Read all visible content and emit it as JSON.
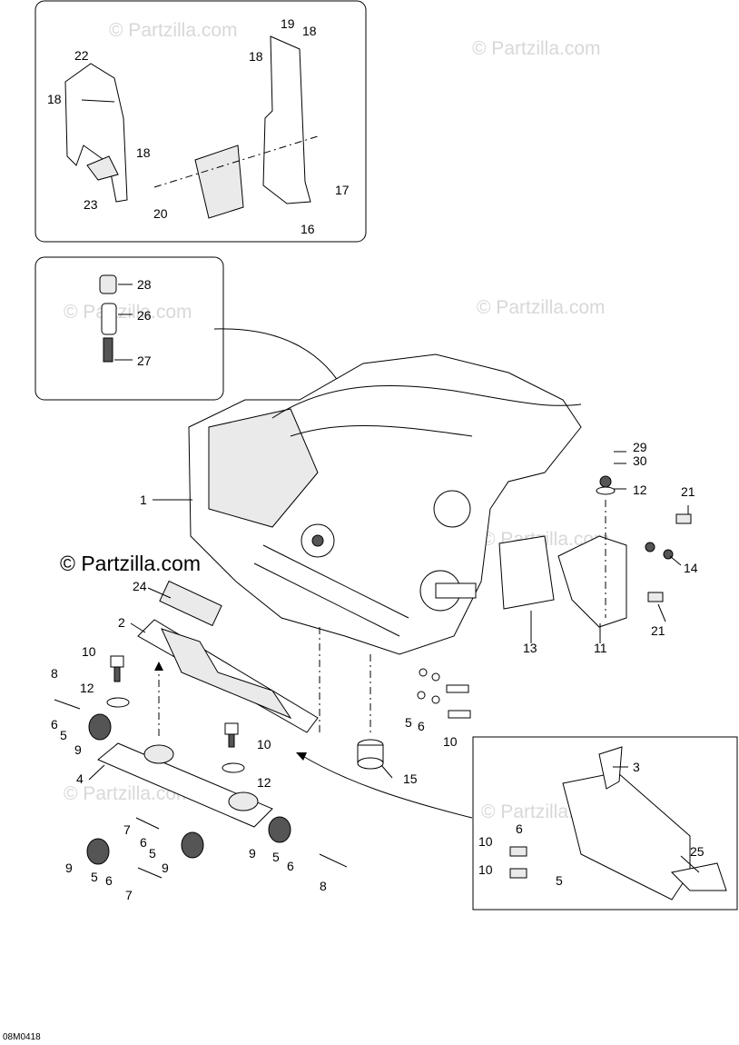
{
  "watermarks": {
    "faint": "© Partzilla.com",
    "main": "© Partzilla.com"
  },
  "diagram_code": "08M0418",
  "callouts": {
    "c1": "1",
    "c2": "2",
    "c3": "3",
    "c4": "4",
    "c5a": "5",
    "c5b": "5",
    "c5c": "5",
    "c5d": "5",
    "c5e": "5",
    "c6a": "6",
    "c6b": "6",
    "c6c": "6",
    "c6d": "6",
    "c6e": "6",
    "c6f": "6",
    "c7a": "7",
    "c7b": "7",
    "c8a": "8",
    "c8b": "8",
    "c9a": "9",
    "c9b": "9",
    "c9c": "9",
    "c9d": "9",
    "c10a": "10",
    "c10b": "10",
    "c10c": "10",
    "c10d": "10",
    "c10e": "10",
    "c11": "11",
    "c12a": "12",
    "c12b": "12",
    "c12c": "12",
    "c13": "13",
    "c14": "14",
    "c15": "15",
    "c16": "16",
    "c17": "17",
    "c18a": "18",
    "c18b": "18",
    "c18c": "18",
    "c18d": "18",
    "c19": "19",
    "c20": "20",
    "c21a": "21",
    "c21b": "21",
    "c22": "22",
    "c23": "23",
    "c24": "24",
    "c25": "25",
    "c26": "26",
    "c27": "27",
    "c28": "28",
    "c29": "29",
    "c30": "30"
  }
}
